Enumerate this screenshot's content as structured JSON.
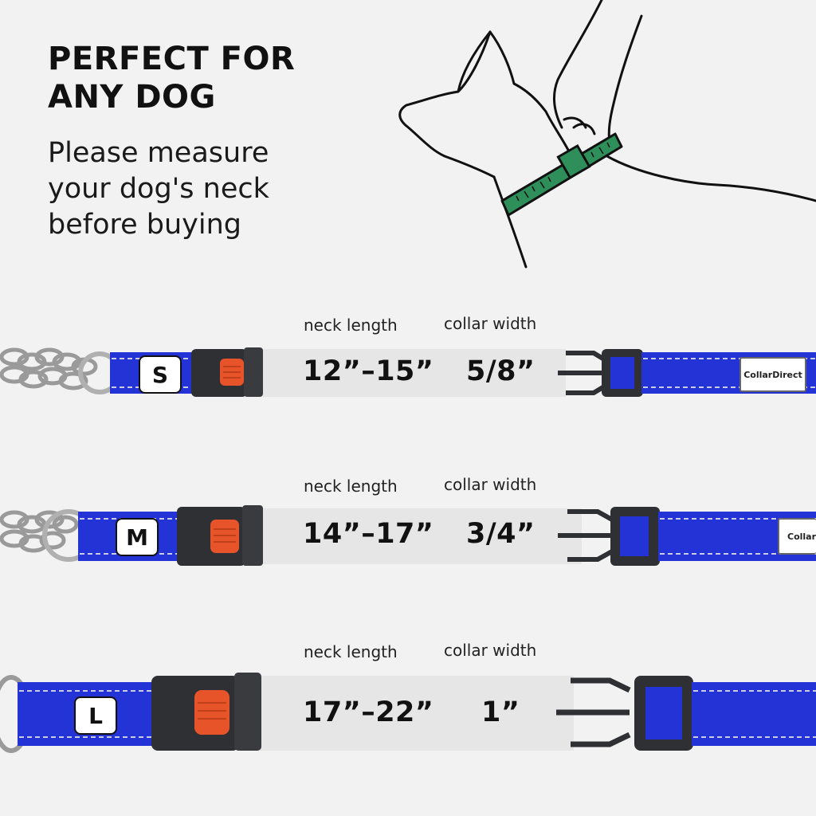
{
  "headline": {
    "line1": "PERFECT FOR",
    "line2": "ANY DOG"
  },
  "subtitle": {
    "line1": "Please measure",
    "line2": "your dog's neck",
    "line3": "before buying"
  },
  "labels": {
    "neck_length": "neck length",
    "collar_width": "collar width"
  },
  "sizes": [
    {
      "size": "S",
      "neck_length": "12”–15”",
      "collar_width": "5/8”",
      "brand": "CollarDirect"
    },
    {
      "size": "M",
      "neck_length": "14”–17”",
      "collar_width": "3/4”",
      "brand": "Collar"
    },
    {
      "size": "L",
      "neck_length": "17”–22”",
      "collar_width": "1”"
    }
  ],
  "colors": {
    "strap": "#2433d6",
    "stitch": "#c9cbe8",
    "release_button": "#e8542a",
    "buckle": "#2f3033",
    "measuring_tape": "#2f8f5b",
    "background": "#f2f2f2"
  }
}
